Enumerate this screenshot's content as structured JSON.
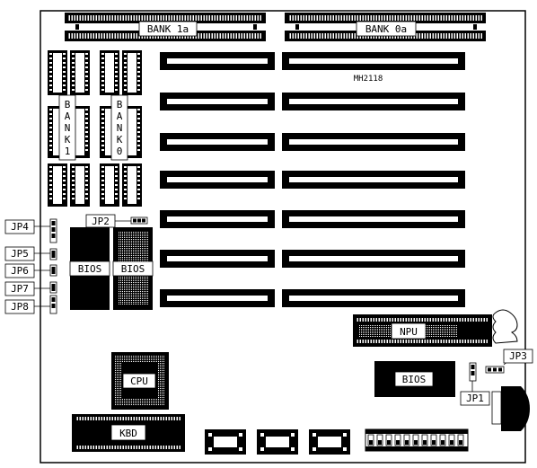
{
  "board": {
    "model": "MH2118",
    "banks": {
      "bank_1a": "BANK 1a",
      "bank_0a": "BANK 0a",
      "bank_1_letters": [
        "B",
        "A",
        "N",
        "K",
        "1"
      ],
      "bank_0_letters": [
        "B",
        "A",
        "N",
        "K",
        "0"
      ]
    },
    "chips": {
      "bios_left": "BIOS",
      "bios_mid": "BIOS",
      "bios_right": "BIOS",
      "npu": "NPU",
      "cpu": "CPU",
      "kbd": "KBD"
    },
    "jumpers": {
      "jp1": "JP1",
      "jp2": "JP2",
      "jp3": "JP3",
      "jp4": "JP4",
      "jp5": "JP5",
      "jp6": "JP6",
      "jp7": "JP7",
      "jp8": "JP8"
    }
  }
}
